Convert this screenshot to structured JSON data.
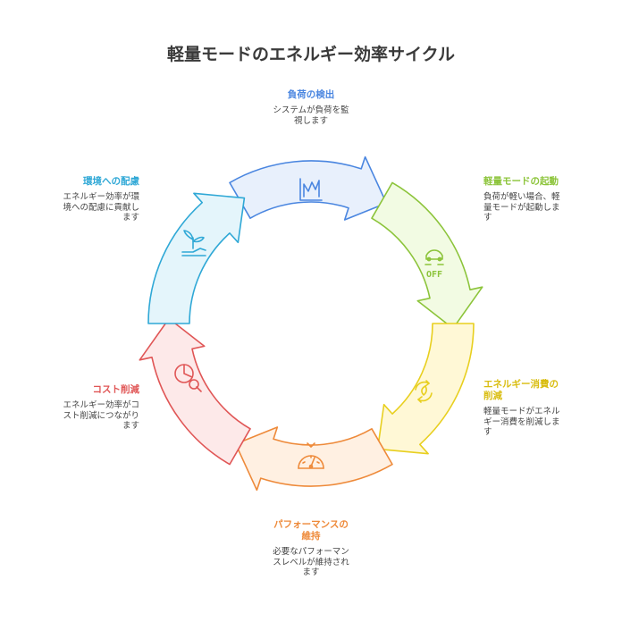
{
  "title": "軽量モードのエネルギー効率サイクル",
  "colors": {
    "blue": "#4a86e0",
    "green": "#8cc43a",
    "yellow": "#e8cf1f",
    "orange": "#ee8a3a",
    "red": "#e05656",
    "cyan": "#2fa8d6"
  },
  "steps": [
    {
      "id": "detect",
      "title": "負荷の検出",
      "desc": [
        "システムが負荷を監",
        "視します"
      ],
      "icon": "chart-icon"
    },
    {
      "id": "activate",
      "title": "軽量モードの起動",
      "desc": [
        "負荷が軽い場合、軽",
        "量モードが起動しま",
        "す"
      ],
      "icon": "car-off-icon"
    },
    {
      "id": "reduce",
      "title": [
        "エネルギー消費の",
        "削減"
      ],
      "desc": [
        "軽量モードがエネル",
        "ギー消費を削減しま",
        "す"
      ],
      "icon": "eco-cycle-icon"
    },
    {
      "id": "maintain",
      "title": [
        "パフォーマンスの",
        "維持"
      ],
      "desc": [
        "必要なパフォーマン",
        "スレベルが維持され",
        "ます"
      ],
      "icon": "gauge-icon"
    },
    {
      "id": "cost",
      "title": "コスト削減",
      "desc": [
        "エネルギー効率がコ",
        "スト削減につながり",
        "ます"
      ],
      "icon": "pie-search-icon"
    },
    {
      "id": "env",
      "title": "環境への配慮",
      "desc": [
        "エネルギー効率が環",
        "境への配慮に貢献し",
        "ます"
      ],
      "icon": "plant-hand-icon"
    }
  ]
}
